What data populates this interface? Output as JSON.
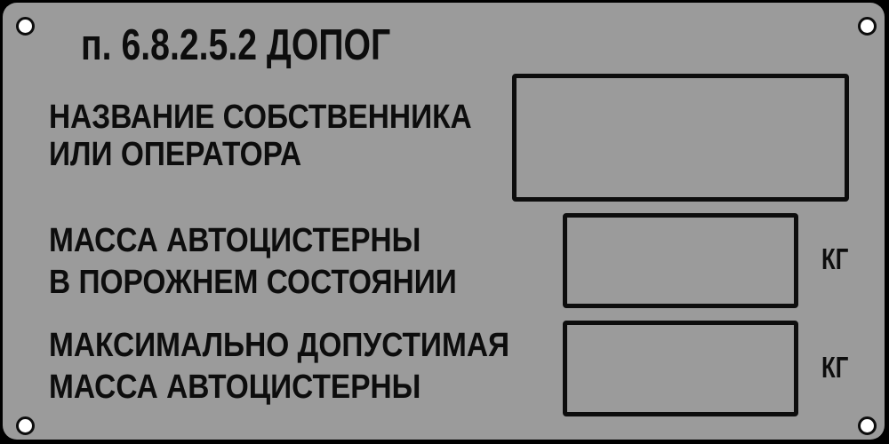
{
  "colors": {
    "background": "#000000",
    "plate": "#9b9b9b",
    "ink": "#0d0d0d",
    "hole_fill": "#ffffff"
  },
  "plate": {
    "title": "п. 6.8.2.5.2 ДОПОГ",
    "rows": [
      {
        "id": "owner",
        "label_lines": [
          "НАЗВАНИЕ СОБСТВЕННИКА",
          "ИЛИ ОПЕРАТОРА"
        ],
        "value": ""
      },
      {
        "id": "empty-mass",
        "label_lines": [
          "МАССА АВТОЦИСТЕРНЫ",
          "В ПОРОЖНЕМ СОСТОЯНИИ"
        ],
        "value": "",
        "unit": "КГ"
      },
      {
        "id": "max-mass",
        "label_lines": [
          "МАКСИМАЛЬНО ДОПУСТИМАЯ",
          "МАССА АВТОЦИСТЕРНЫ"
        ],
        "value": "",
        "unit": "КГ"
      }
    ]
  }
}
